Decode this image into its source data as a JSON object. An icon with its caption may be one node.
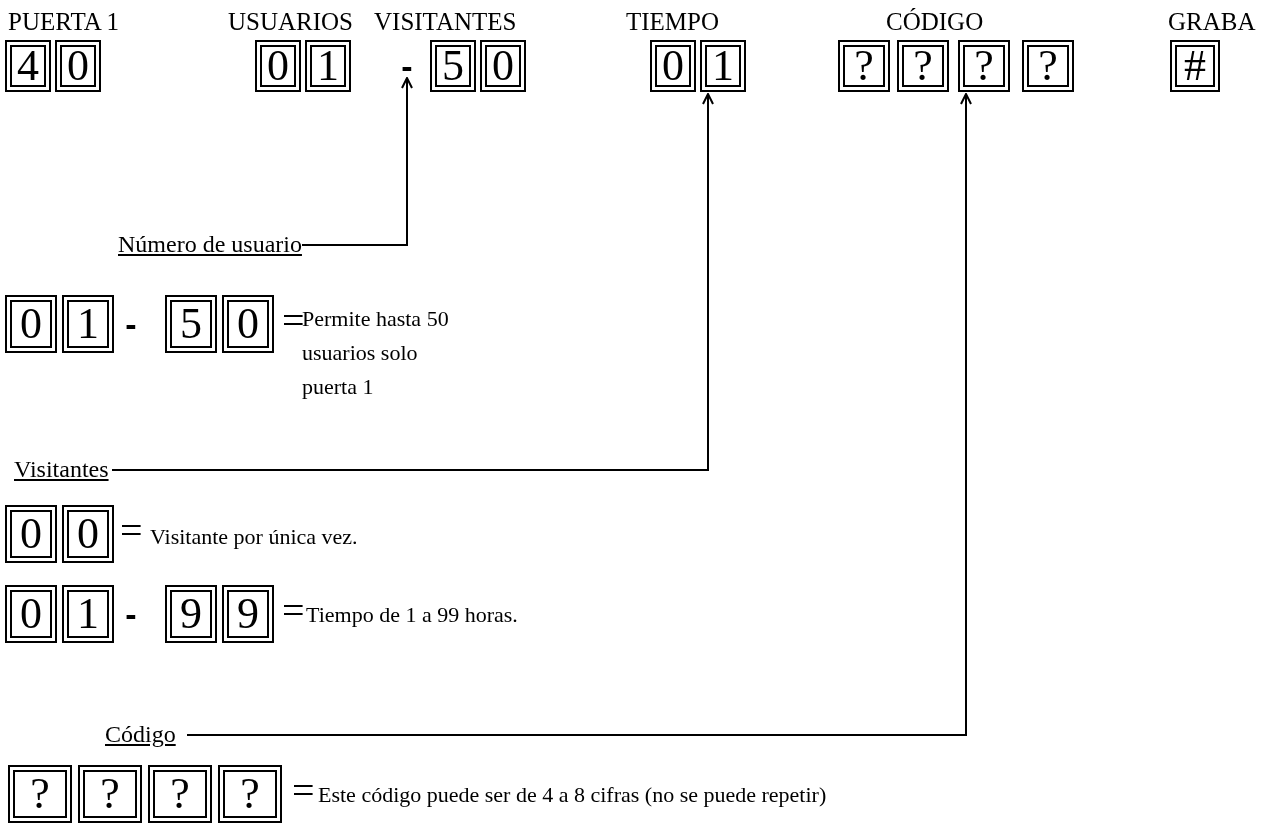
{
  "diagram": {
    "nodes": [
      {
        "text": [
          "4"
        ]
      },
      {
        "text": [
          "0"
        ]
      },
      {
        "text": [
          "0"
        ]
      },
      {
        "text": [
          "1"
        ]
      },
      {
        "text": [
          "-"
        ]
      },
      {
        "text": [
          "5"
        ]
      },
      {
        "text": [
          "0"
        ]
      },
      {
        "text": [
          "0"
        ]
      },
      {
        "text": [
          "1"
        ]
      },
      {
        "text": [
          "?"
        ]
      },
      {
        "text": [
          "?"
        ]
      },
      {
        "text": [
          "?"
        ]
      },
      {
        "text": [
          "?"
        ]
      },
      {
        "text": [
          "#"
        ]
      },
      {
        "text": [
          "Número de usuario"
        ]
      },
      {
        "text": [
          "0"
        ]
      },
      {
        "text": [
          "1"
        ]
      },
      {
        "text": [
          "5"
        ]
      },
      {
        "text": [
          "0"
        ]
      },
      {
        "text": [
          "Visitantes"
        ]
      },
      {
        "text": [
          "0"
        ]
      },
      {
        "text": [
          "0"
        ]
      },
      {
        "text": [
          "0"
        ]
      },
      {
        "text": [
          "1"
        ]
      },
      {
        "text": [
          "9"
        ]
      },
      {
        "text": [
          "9"
        ]
      },
      {
        "text": [
          "Código"
        ]
      },
      {
        "text": [
          "?"
        ]
      },
      {
        "text": [
          "?"
        ]
      },
      {
        "text": [
          "?"
        ]
      },
      {
        "text": [
          "?"
        ]
      }
    ],
    "edges": [
      {
        "from": 14,
        "to": 4,
        "arrow": "to"
      },
      {
        "from": 19,
        "to": 8,
        "arrow": "to"
      },
      {
        "from": 26,
        "to": 11,
        "arrow": "to"
      }
    ],
    "labels": [
      "PUERTA 1",
      "USUARIOS",
      "VISITANTES",
      "TIEMPO",
      "CÓDIGO",
      "GRABA",
      "-",
      "=",
      "Permite hasta 50 usuarios solo puerta 1",
      "=",
      "Visitante por única vez.",
      "-",
      "=",
      "Tiempo de 1 a 99 horas.",
      "=",
      "Este código puede ser de 4 a 8 cifras (no se puede repetir)"
    ]
  }
}
